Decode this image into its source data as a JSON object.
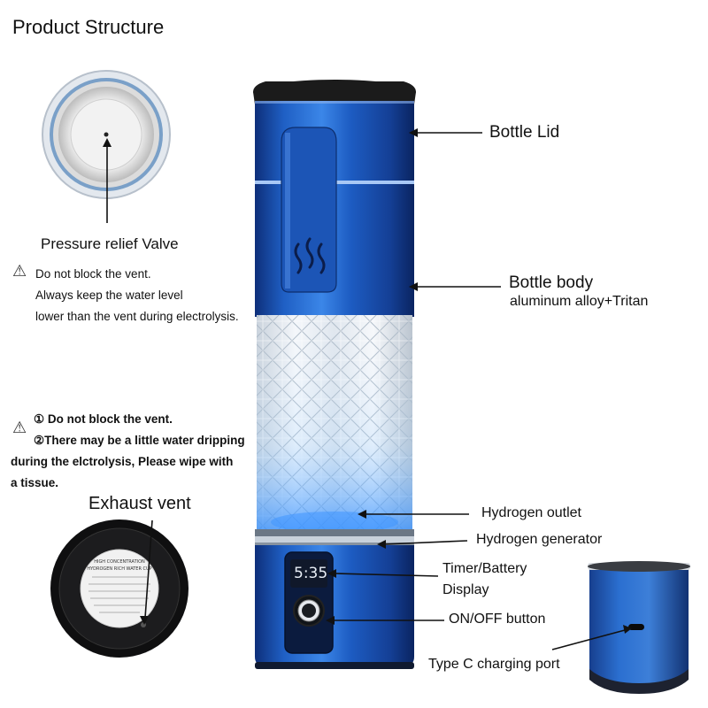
{
  "title": "Product Structure",
  "labels": {
    "bottle_lid": "Bottle Lid",
    "bottle_body": "Bottle body",
    "bottle_body_material": "aluminum alloy+Tritan",
    "pressure_relief_valve": "Pressure relief Valve",
    "exhaust_vent": "Exhaust vent",
    "hydrogen_outlet": "Hydrogen outlet",
    "hydrogen_generator": "Hydrogen generator",
    "timer_display_line1": "Timer/Battery",
    "timer_display_line2": "Display",
    "on_off_button": "ON/OFF button",
    "type_c_port": "Type C charging port"
  },
  "warnings": {
    "valve": {
      "icon": "warning-triangle-icon",
      "lines": [
        "Do not block the vent.",
        "Always keep the water level",
        "lower than the vent during electrolysis."
      ]
    },
    "vent": {
      "icon": "warning-triangle-icon",
      "lines": [
        "① Do not block the vent.",
        "②There may be a little water dripping",
        "during the elctrolysis, Please wipe with",
        "a tissue."
      ]
    }
  },
  "display_time": "5:35",
  "bottom_sticker_lines": [
    "HIGH CONCENTRATION",
    "HYDROGEN RICH WATER CUP"
  ],
  "colors": {
    "body_blue": "#1f5fc4",
    "body_dark": "#0d2f78",
    "lid_top": "#1a1a1a",
    "text": "#111111"
  }
}
